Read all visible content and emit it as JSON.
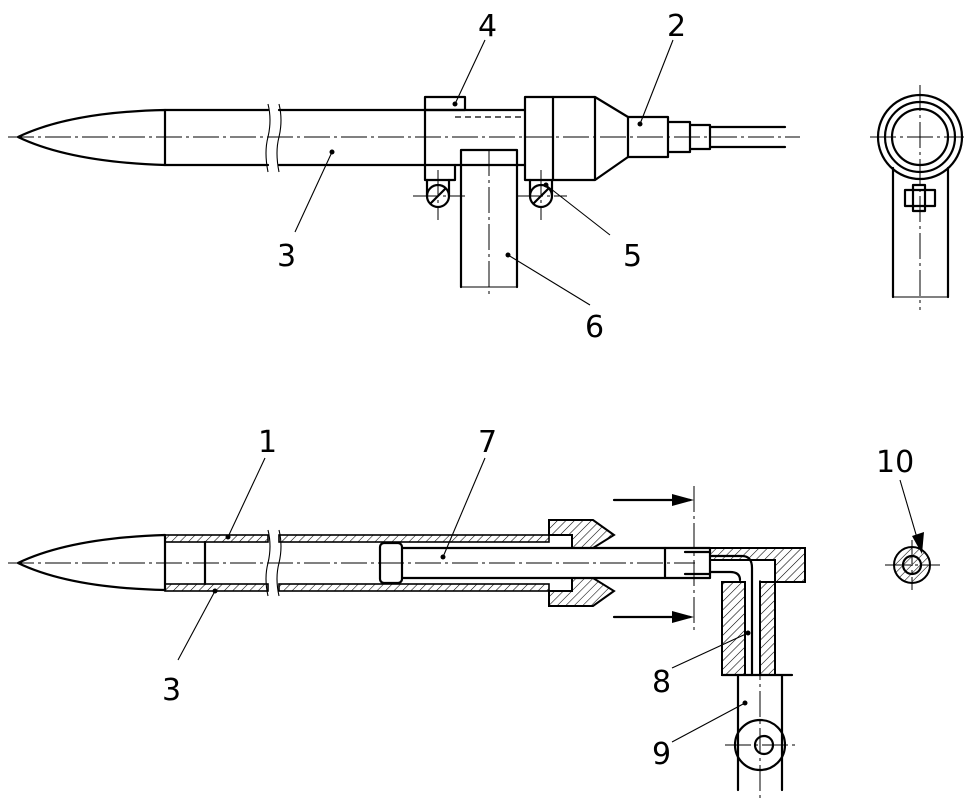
{
  "figure": {
    "labels": {
      "l1": "1",
      "l2": "2",
      "l3_top": "3",
      "l3_bottom": "3",
      "l4": "4",
      "l5": "5",
      "l6": "6",
      "l7": "7",
      "l8": "8",
      "l9": "9",
      "l10": "10"
    }
  }
}
